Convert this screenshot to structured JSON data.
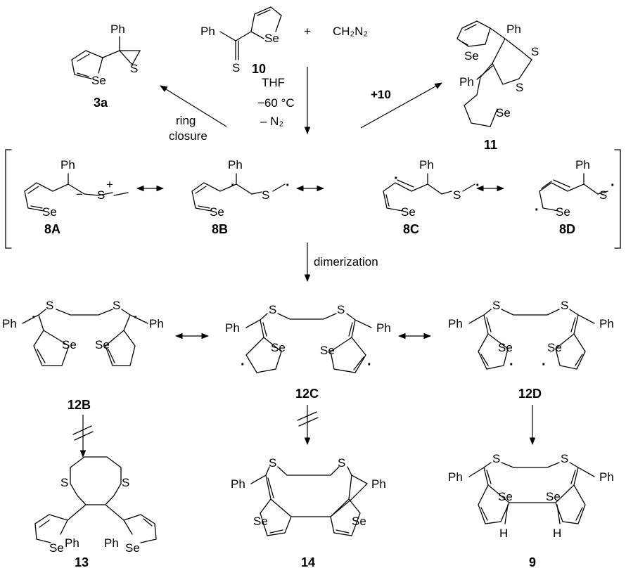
{
  "atoms": {
    "ph": "Ph",
    "s": "S",
    "se": "Se",
    "h": "H",
    "minus": "−",
    "plus": "+",
    "ch2n2": "CH₂N₂",
    "plus_sign": "+"
  },
  "conditions": {
    "solvent": "THF",
    "temperature": "−60 °C",
    "byproduct": "– N₂",
    "ring_closure_1": "ring",
    "ring_closure_2": "closure",
    "add10": "+10",
    "dimerization": "dimerization"
  },
  "compounds": {
    "c10": "10",
    "c3a": "3a",
    "c11": "11",
    "c8A": "8A",
    "c8B": "8B",
    "c8C": "8C",
    "c8D": "8D",
    "c12B": "12B",
    "c12C": "12C",
    "c12D": "12D",
    "c13": "13",
    "c14": "14",
    "c9": "9"
  }
}
